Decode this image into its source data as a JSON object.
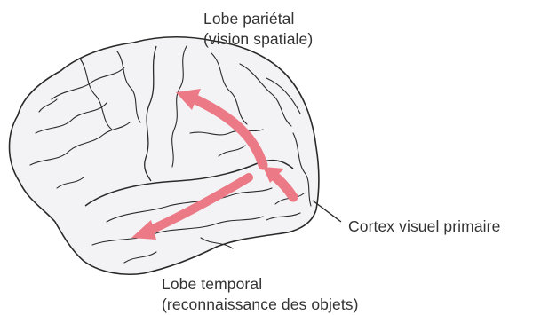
{
  "labels": {
    "parietal": {
      "line1": "Lobe pariétal",
      "line2": "(vision spatiale)"
    },
    "visual": {
      "line1": "Cortex visuel primaire"
    },
    "temporal": {
      "line1": "Lobe temporal",
      "line2": "(reconnaissance des objets)"
    }
  },
  "colors": {
    "brain_fill": "#f3f3f5",
    "brain_outline": "#2a2a2a",
    "arrow": "#ec7a86",
    "arrow_stroke": "#d85c6a"
  },
  "icons": {
    "brain": "brain-lateral-view-icon",
    "dorsal": "dorsal-stream-arrow-icon",
    "ventral": "ventral-stream-arrow-icon"
  }
}
